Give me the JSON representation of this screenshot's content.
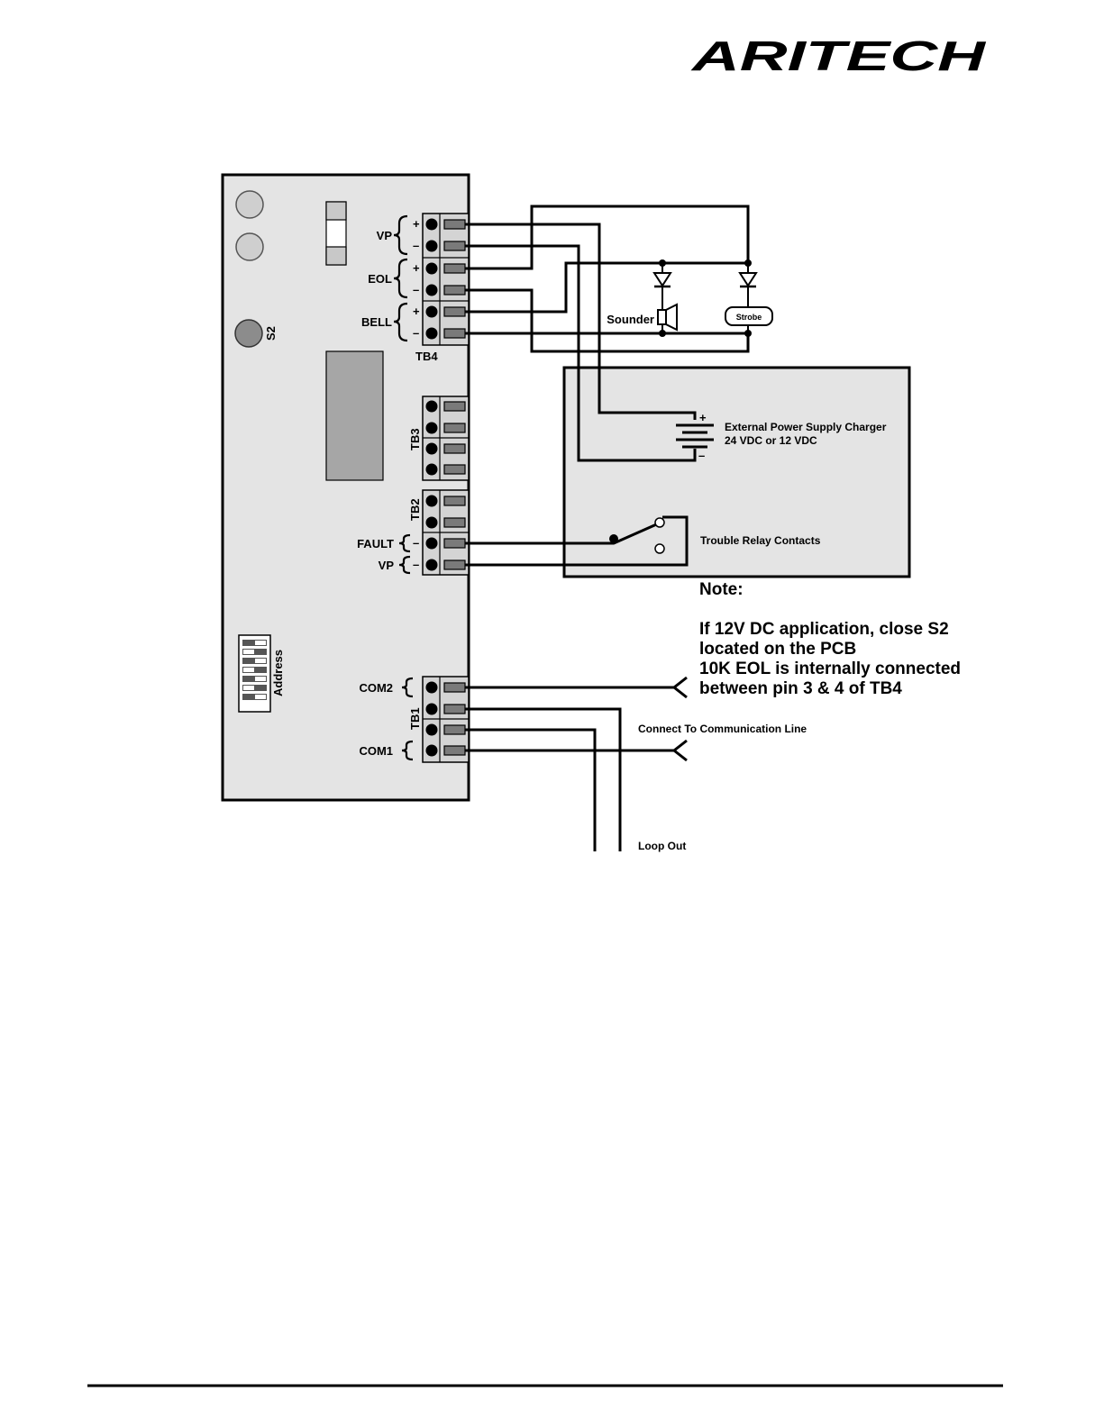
{
  "logo": {
    "text": "ARITECH"
  },
  "board": {
    "tb4": {
      "label": "TB4",
      "groups": [
        {
          "label": "VP",
          "pins": [
            "+",
            "–"
          ]
        },
        {
          "label": "EOL",
          "pins": [
            "+",
            "–"
          ]
        },
        {
          "label": "BELL",
          "pins": [
            "+",
            "–"
          ]
        }
      ]
    },
    "tb3": {
      "label": "TB3"
    },
    "tb2": {
      "label": "TB2",
      "rows": [
        {
          "label": "FAULT",
          "pin": "–"
        },
        {
          "label": "VP",
          "pin": "–"
        }
      ]
    },
    "tb1": {
      "label": "TB1",
      "rows": [
        {
          "label": "COM2"
        },
        {
          "label": "COM1"
        }
      ]
    },
    "switch_label": "S2",
    "dip_label": "Address"
  },
  "devices": {
    "sounder": "Sounder",
    "strobe": "Strobe",
    "battery_plus": "+",
    "battery_minus": "–",
    "power_supply_line1": "External Power Supply Charger",
    "power_supply_line2": "24 VDC or 12 VDC",
    "relay": "Trouble Relay Contacts",
    "comm_line": "Connect To Communication Line",
    "loop_out": "Loop Out"
  },
  "note": {
    "title": "Note:",
    "lines": [
      "If 12V DC application, close S2",
      "located on the PCB",
      "10K EOL is internally connected",
      "between pin 3 & 4 of TB4"
    ]
  },
  "colors": {
    "board": "#e4e4e4",
    "terminal": "#d4d4d4",
    "chip": "#a6a6a6",
    "slot": "#7a7a7a"
  }
}
